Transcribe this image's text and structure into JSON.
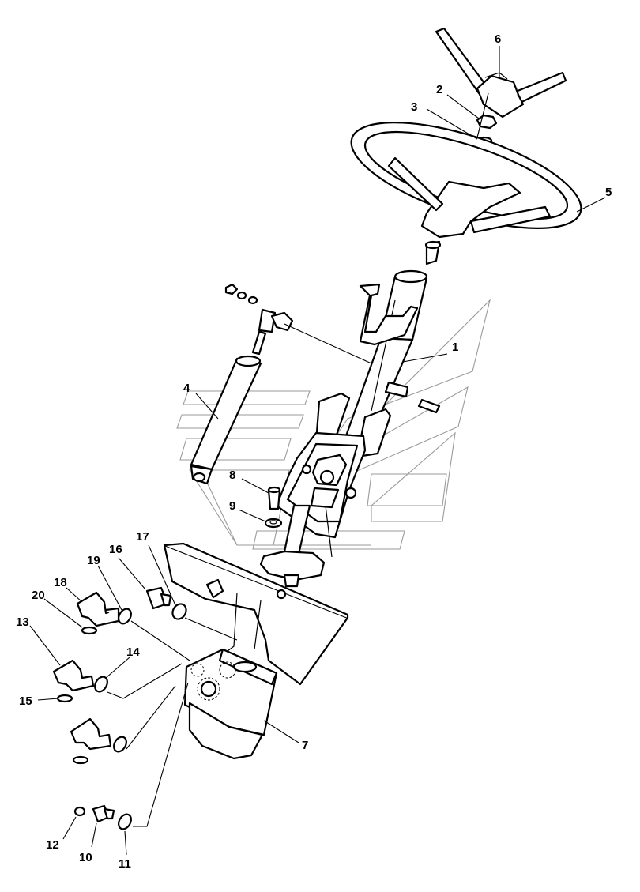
{
  "callouts": [
    {
      "id": "1",
      "label": "1"
    },
    {
      "id": "2",
      "label": "2"
    },
    {
      "id": "3",
      "label": "3"
    },
    {
      "id": "4",
      "label": "4"
    },
    {
      "id": "5",
      "label": "5"
    },
    {
      "id": "6",
      "label": "6"
    },
    {
      "id": "7",
      "label": "7"
    },
    {
      "id": "8",
      "label": "8"
    },
    {
      "id": "9",
      "label": "9"
    },
    {
      "id": "10",
      "label": "10"
    },
    {
      "id": "11",
      "label": "11"
    },
    {
      "id": "12",
      "label": "12"
    },
    {
      "id": "13",
      "label": "13"
    },
    {
      "id": "14",
      "label": "14"
    },
    {
      "id": "15",
      "label": "15"
    },
    {
      "id": "16",
      "label": "16"
    },
    {
      "id": "17",
      "label": "17"
    },
    {
      "id": "18",
      "label": "18"
    },
    {
      "id": "19",
      "label": "19"
    },
    {
      "id": "20",
      "label": "20"
    }
  ],
  "colors": {
    "ink": "#000000",
    "watermark": "#9a9a9a",
    "background": "#ffffff"
  }
}
